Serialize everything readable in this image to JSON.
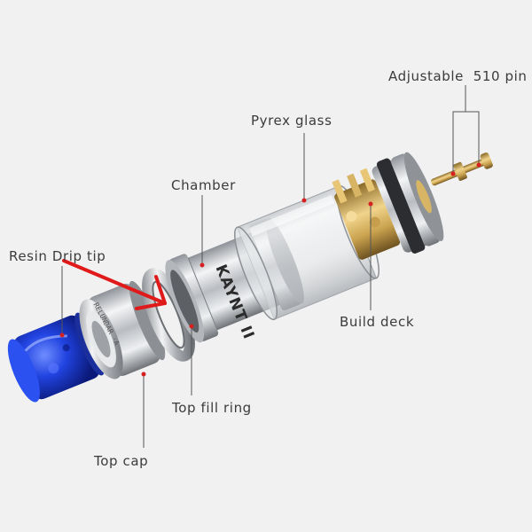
{
  "labels": {
    "adjustable_pin": "Adjustable  510 pin",
    "pyrex_glass": "Pyrex glass",
    "chamber": "Chamber",
    "resin_drip_tip": "Resin Drip tip",
    "build_deck": "Build deck",
    "top_fill_ring": "Top fill ring",
    "top_cap": "Top cap"
  },
  "engravings": {
    "chamber_brand": "KAYNT II",
    "top_cap_brand": "RELUNDAR ·A"
  },
  "colors": {
    "background": "#f1f1f1",
    "leader_line": "#555555",
    "marker_dot": "#d62020",
    "arrow": "#e01a1a",
    "drip_tip": "#1e3ad6",
    "brass": "#d8b25c"
  }
}
